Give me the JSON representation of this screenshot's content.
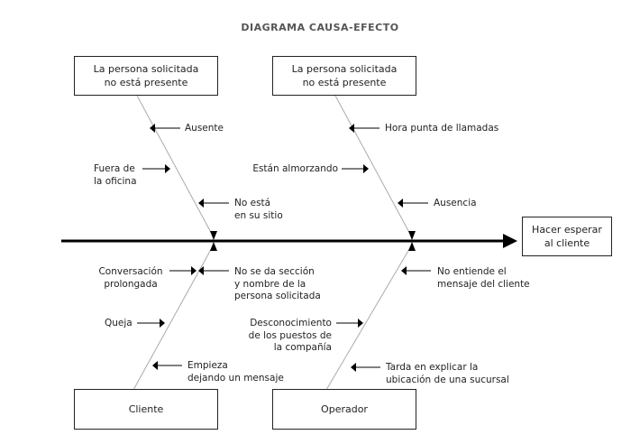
{
  "title": "DIAGRAMA CAUSA-EFECTO",
  "effect": "Hacer esperar\nal cliente",
  "categories": {
    "top_left": "La persona solicitada\nno está presente",
    "top_right": "La persona solicitada\nno está presente",
    "bottom_left": "Cliente",
    "bottom_right": "Operador"
  },
  "causes": {
    "ausente": "Ausente",
    "fuera_oficina": "Fuera de\nla oficina",
    "no_esta_sitio": "No está\nen su sitio",
    "hora_punta": "Hora punta de llamadas",
    "almorzando": "Están almorzando",
    "ausencia": "Ausencia",
    "conversacion": "Conversación\nprolongada",
    "no_se_da_seccion": "No se da sección\ny nombre de la\npersona solicitada",
    "queja": "Queja",
    "empieza": "Empieza\ndejando un mensaje",
    "no_entiende": "No entiende el\nmensaje del cliente",
    "desconocimiento": "Desconocimiento\nde los puestos de\nla compañía",
    "tarda": "Tarda en explicar la\nubicación de una sucursal"
  }
}
